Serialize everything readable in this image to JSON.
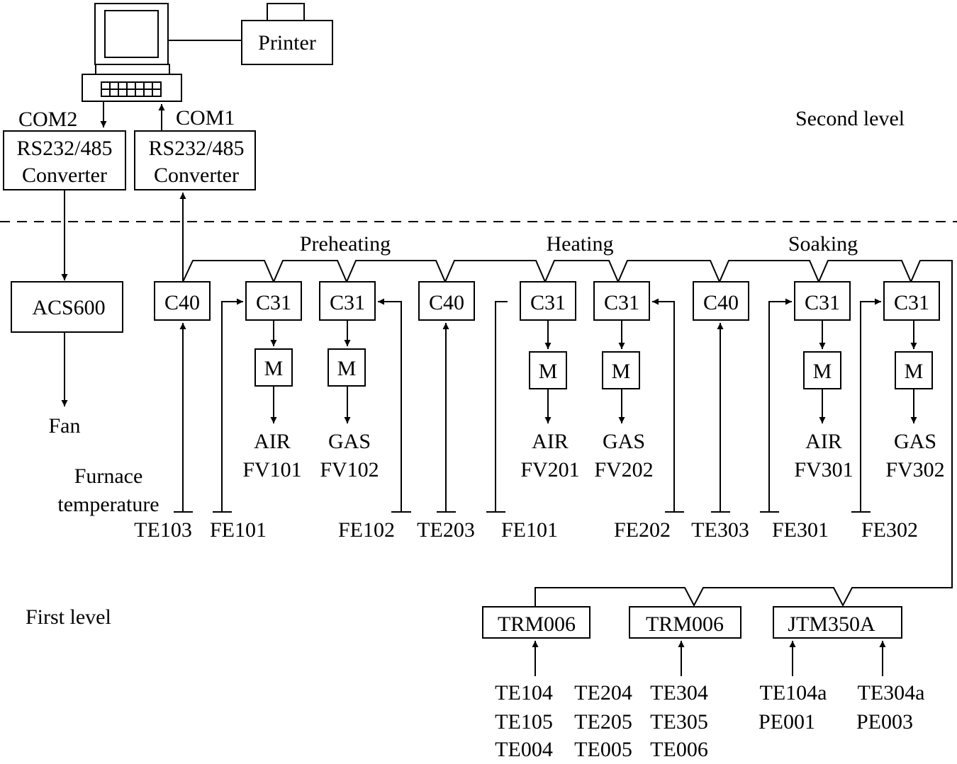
{
  "printer": "Printer",
  "ports": {
    "com2": "COM2",
    "com1": "COM1"
  },
  "converters": [
    {
      "line1": "RS232/485",
      "line2": "Converter"
    },
    {
      "line1": "RS232/485",
      "line2": "Converter"
    }
  ],
  "levels": {
    "second": "Second level",
    "first": "First level"
  },
  "drive": {
    "name": "ACS600",
    "load": "Fan"
  },
  "zones": [
    "Preheating",
    "Heating",
    "Soaking"
  ],
  "controllers": [
    "C40",
    "C31",
    "C31",
    "C40",
    "C31",
    "C31",
    "C40",
    "C31",
    "C31"
  ],
  "actuator": "M",
  "valves": [
    {
      "medium": "AIR",
      "tag": "FV101"
    },
    {
      "medium": "GAS",
      "tag": "FV102"
    },
    {
      "medium": "AIR",
      "tag": "FV201"
    },
    {
      "medium": "GAS",
      "tag": "FV202"
    },
    {
      "medium": "AIR",
      "tag": "FV301"
    },
    {
      "medium": "GAS",
      "tag": "FV302"
    }
  ],
  "furnace_temp": {
    "line1": "Furnace",
    "line2": "temperature"
  },
  "sensors": [
    "TE103",
    "FE101",
    "FE102",
    "TE203",
    "FE101",
    "FE202",
    "TE303",
    "FE301",
    "FE302"
  ],
  "recorders": [
    "TRM006",
    "TRM006",
    "JTM350A"
  ],
  "recorder_inputs": [
    [
      "TE104",
      "TE105",
      "TE004"
    ],
    [
      "TE204",
      "TE205",
      "TE005"
    ],
    [
      "TE304",
      "TE305",
      "TE006"
    ],
    [
      "TE104a",
      "PE001"
    ],
    [
      "TE304a",
      "PE003"
    ]
  ]
}
